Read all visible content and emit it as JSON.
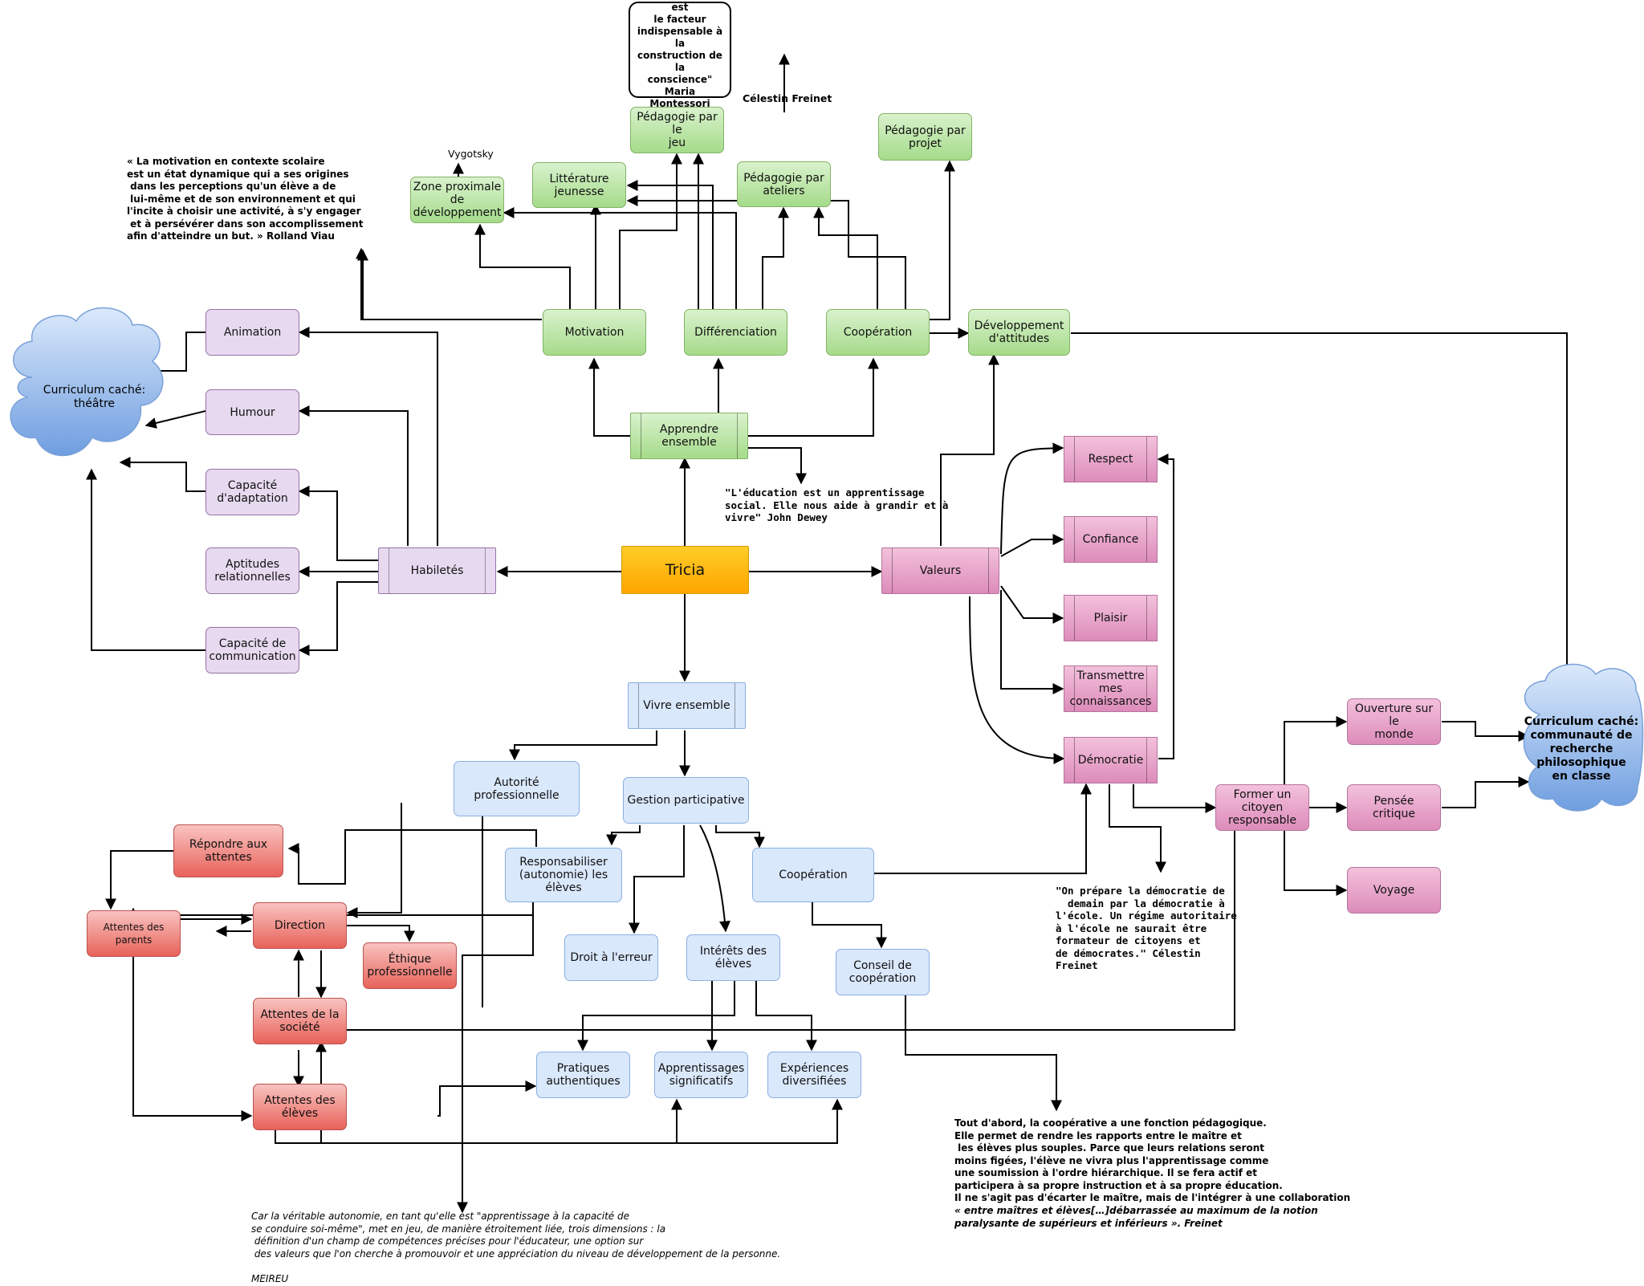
{
  "colors": {
    "green": "#a5db8a",
    "purple": "#e7daf0",
    "pink": "#dd8cba",
    "blue": "#dae8fc",
    "red": "#e8625a",
    "orange": "#ffa500",
    "cloud": "#8ab4ea"
  },
  "center": "Tricia",
  "nodes": {
    "apprendre": "Apprendre\nensemble",
    "motivation": "Motivation",
    "differenciation": "Différenciation",
    "cooperation_top": "Coopération",
    "dev_attitudes": "Développement\nd'attitudes",
    "zpd": "Zone proximale\nde\ndéveloppement",
    "litterature": "Littérature\njeunesse",
    "ped_jeu": "Pédagogie par le\njeu",
    "ped_ateliers": "Pédagogie par\nateliers",
    "ped_projet": "Pédagogie par\nprojet",
    "habiletes": "Habiletés",
    "animation": "Animation",
    "humour": "Humour",
    "capacite_adaptation": "Capacité\nd'adaptation",
    "aptitudes": "Aptitudes\nrelationnelles",
    "capacite_communication": "Capacité de\ncommunication",
    "valeurs": "Valeurs",
    "respect": "Respect",
    "confiance": "Confiance",
    "plaisir": "Plaisir",
    "transmettre": "Transmettre mes\nconnaissances",
    "democratie": "Démocratie",
    "former": "Former un\ncitoyen\nresponsable",
    "ouverture": "Ouverture sur le\nmonde",
    "pensee": "Pensée critique",
    "voyage": "Voyage",
    "vivre": "Vivre ensemble",
    "autorite": "Autorité\nprofessionnelle",
    "gestion": "Gestion participative",
    "responsabiliser": "Responsabiliser\n(autonomie) les élèves",
    "cooperation_bottom": "Coopération",
    "droit": "Droit à l'erreur",
    "interets": "Intérêts des\nélèves",
    "conseil": "Conseil de\ncoopération",
    "pratiques": "Pratiques\nauthentiques",
    "apprentissages": "Apprentissages\nsignificatifs",
    "experiences": "Expériences\ndiversifiées",
    "repondre": "Répondre aux\nattentes",
    "attentes_parents": "Attentes des parents",
    "direction": "Direction",
    "ethique": "Éthique\nprofessionnelle",
    "attentes_societe": "Attentes de la\nsociété",
    "attentes_eleves": "Attentes des\nélèves"
  },
  "clouds": {
    "theatre": "Curriculum caché:\nthéâtre",
    "communaute": "Curriculum caché:\ncommunauté de\nrecherche\nphilosophique\nen classe"
  },
  "annotations": {
    "montessori": "\"Le mouvement est\nle facteur\nindispensable à la\nconstruction de la\nconscience\"\nMaria Montessori",
    "freinet_label": "Célestin Freinet",
    "vygotsky": "Vygotsky",
    "viau": "« La motivation en contexte scolaire\nest un état dynamique qui a ses origines\n dans les perceptions qu'un élève a de\n lui-même et de son environnement et qui\nl'incite à choisir une activité, à s'y engager\n et à persévérer dans son accomplissement\nafin d'atteindre un but. » Rolland Viau",
    "dewey": "\"L'éducation est un apprentissage\nsocial. Elle nous aide à grandir et à\nvivre\" John Dewey",
    "freinet_democratie": "\"On prépare la démocratie de\n  demain par la démocratie à\nl'école. Un régime autoritaire\nà l'école ne saurait être\nformateur de citoyens et\nde démocrates.\" Célestin\nFreinet",
    "cooperative": "Tout d'abord, la coopérative a une fonction pédagogique.\nElle permet de rendre les rapports entre le maître et\n les élèves plus souples. Parce que leurs relations seront\nmoins figées, l'élève ne vivra plus l'apprentissage comme\nune soumission à l'ordre hiérarchique. Il se fera actif et\nparticipera à sa propre instruction et à sa propre éducation.\nIl ne s'agit pas d'écarter le maître, mais de l'intégrer à une collaboration",
    "cooperative_italic": "« entre maîtres et élèves[…]débarrassée au maximum de la notion\nparalysante de supérieurs et inférieurs ». Freinet",
    "meirieu": "Car la véritable autonomie, en tant qu'elle est \"apprentissage à la capacité de\nse conduire soi-même\", met en jeu, de manière étroitement liée, trois dimensions : la\n définition d'un champ de compétences précises pour l'éducateur, une option sur\n des valeurs que l'on cherche à promouvoir et une appréciation du niveau de développement de la personne.",
    "meirieu_name": "MEIREU"
  }
}
